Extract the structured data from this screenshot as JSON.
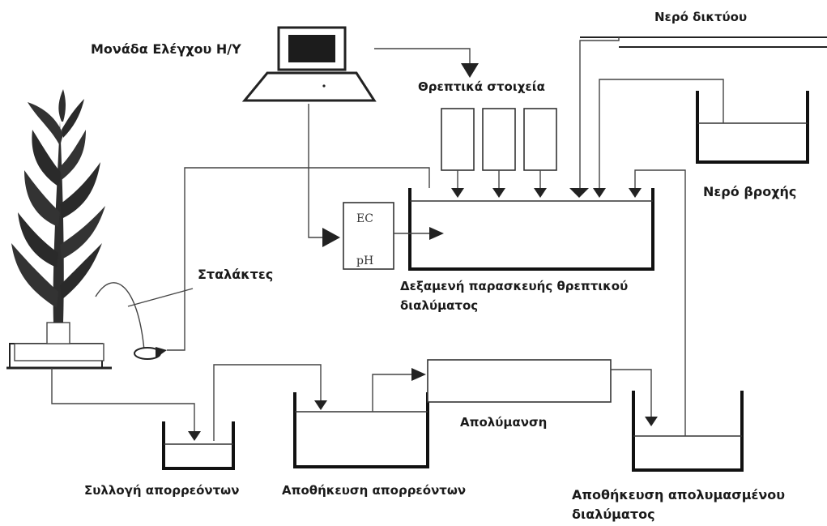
{
  "labels": {
    "control_unit": "Μονάδα Ελέγχου Η/Υ",
    "mains_water": "Νερό δικτύου",
    "nutrients": "Θρεπτικά στοιχεία",
    "rain_water": "Νερό βροχής",
    "drippers": "Σταλάκτες",
    "prep_tank_line1": "Δεξαμενή παρασκευής θρεπτικού",
    "prep_tank_line2": "διαλύματος",
    "ec": "EC",
    "ph": "pH",
    "disinfection": "Απολύμανση",
    "drain_collection": "Συλλογή απορρεόντων",
    "drain_storage": "Αποθήκευση απορρεόντων",
    "disinfected_storage_line1": "Αποθήκευση απολυμασμένου",
    "disinfected_storage_line2": "διαλύματος"
  },
  "icons": {
    "computer": "computer-icon",
    "plant": "plant-icon",
    "dripper": "dripper-icon"
  },
  "colors": {
    "line": "#444444",
    "tank": "#111111",
    "foliage": "#2e2e2e"
  }
}
